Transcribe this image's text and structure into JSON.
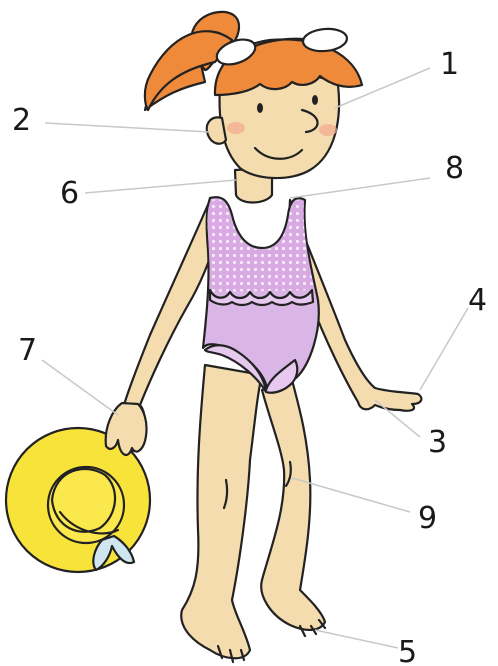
{
  "labels": [
    "1",
    "2",
    "3",
    "4",
    "5",
    "6",
    "7",
    "8",
    "9"
  ],
  "colors": {
    "hair": "#ef8a3a",
    "skin": "#f4dcae",
    "swimsuit": "#d9b6e6",
    "swimsuit_dots": "#f3e6f6",
    "hat": "#f7e33a",
    "outline": "#222222",
    "leader": "#c8c8c8",
    "goggles": "#ffffff",
    "bow": "#cfe6f0"
  }
}
